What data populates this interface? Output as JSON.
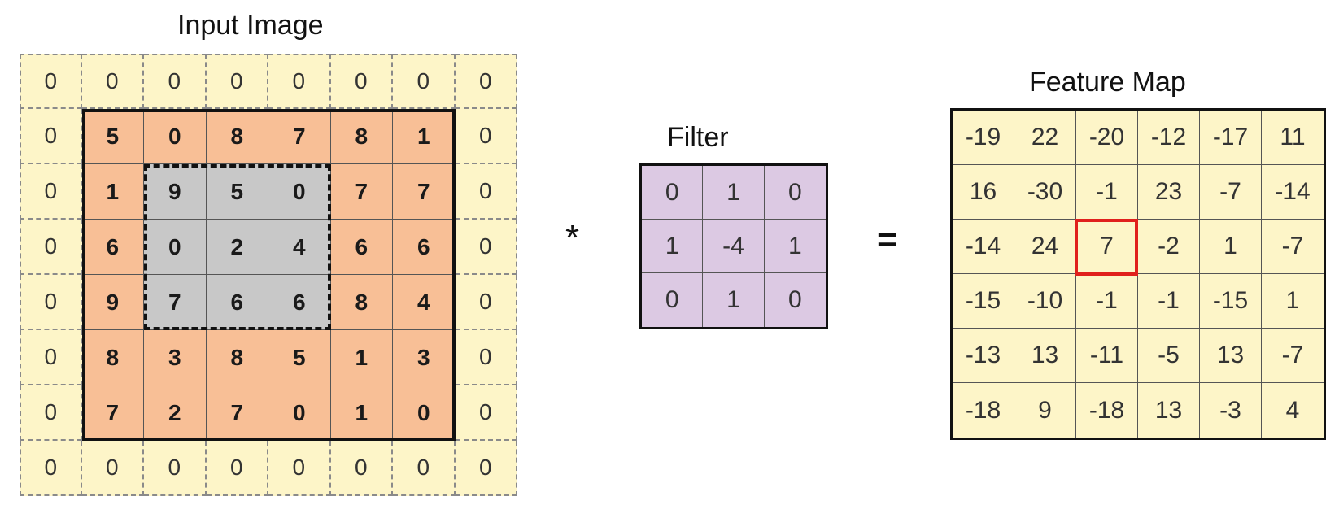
{
  "input_image": {
    "title": "Input Image",
    "grid": [
      [
        "0",
        "0",
        "0",
        "0",
        "0",
        "0",
        "0",
        "0"
      ],
      [
        "0",
        "5",
        "0",
        "8",
        "7",
        "8",
        "1",
        "0"
      ],
      [
        "0",
        "1",
        "9",
        "5",
        "0",
        "7",
        "7",
        "0"
      ],
      [
        "0",
        "6",
        "0",
        "2",
        "4",
        "6",
        "6",
        "0"
      ],
      [
        "0",
        "9",
        "7",
        "6",
        "6",
        "8",
        "4",
        "0"
      ],
      [
        "0",
        "8",
        "3",
        "8",
        "5",
        "1",
        "3",
        "0"
      ],
      [
        "0",
        "7",
        "2",
        "7",
        "0",
        "1",
        "0",
        "0"
      ],
      [
        "0",
        "0",
        "0",
        "0",
        "0",
        "0",
        "0",
        "0"
      ]
    ],
    "highlight_window": {
      "rows": [
        2,
        4
      ],
      "cols": [
        2,
        4
      ]
    }
  },
  "operator": "*",
  "filter": {
    "title": "Filter",
    "grid": [
      [
        "0",
        "1",
        "0"
      ],
      [
        "1",
        "-4",
        "1"
      ],
      [
        "0",
        "1",
        "0"
      ]
    ]
  },
  "equals": "=",
  "feature_map": {
    "title": "Feature Map",
    "grid": [
      [
        "-19",
        "22",
        "-20",
        "-12",
        "-17",
        "11"
      ],
      [
        "16",
        "-30",
        "-1",
        "23",
        "-7",
        "-14"
      ],
      [
        "-14",
        "24",
        "7",
        "-2",
        "1",
        "-7"
      ],
      [
        "-15",
        "-10",
        "-1",
        "-1",
        "-15",
        "1"
      ],
      [
        "-13",
        "13",
        "-11",
        "-5",
        "13",
        "-7"
      ],
      [
        "-18",
        "9",
        "-18",
        "13",
        "-3",
        "4"
      ]
    ],
    "highlight_cell": {
      "row": 2,
      "col": 2
    }
  },
  "colors": {
    "padding": "#fdf5c8",
    "image": "#f8bf96",
    "window": "#c8c8c8",
    "filter": "#dcc9e3",
    "feature_map": "#fdf5c8",
    "highlight": "#e0201c"
  }
}
